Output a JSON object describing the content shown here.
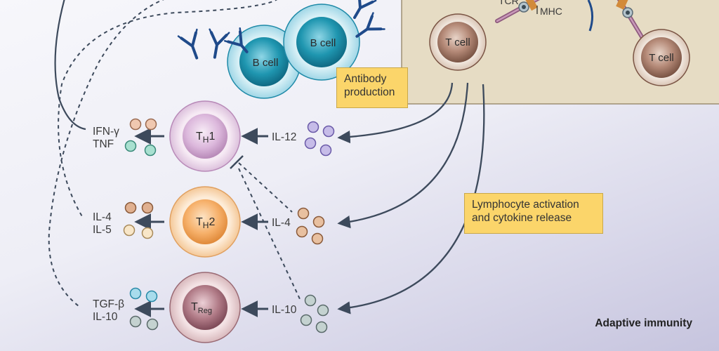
{
  "colors": {
    "panel": "#e6dcc4",
    "box": "#fbd56a",
    "arrow": "#3d4a5c",
    "antibody": "#1f4a8a",
    "th1": "#dcb8dc",
    "th2": "#f6b06a",
    "treg": "#b07a86",
    "tcell": "#9a6e5a",
    "bcell": "#1f96b0"
  },
  "labels": {
    "tcr": "TCR",
    "mhc": "MHC",
    "tcell_left": "T cell",
    "tcell_right": "T cell",
    "bcell_left": "B cell",
    "bcell_right": "B cell",
    "antibody_box": [
      "Antibody",
      "production"
    ],
    "lymph_box": [
      "Lymphocyte activation",
      "and cytokine release"
    ],
    "th1_main": "T",
    "th1_sub": "H",
    "th1_sup": "1",
    "th2_main": "T",
    "th2_sub": "H",
    "th2_sup": "2",
    "treg_main": "T",
    "treg_sub": "Reg",
    "out1": [
      "IFN-γ",
      "TNF"
    ],
    "out2": [
      "IL-4",
      "IL-5"
    ],
    "out3": [
      "TGF-β",
      "IL-10"
    ],
    "in1": "IL-12",
    "in2": "IL-4",
    "in3": "IL-10",
    "footer": "Adaptive immunity"
  }
}
